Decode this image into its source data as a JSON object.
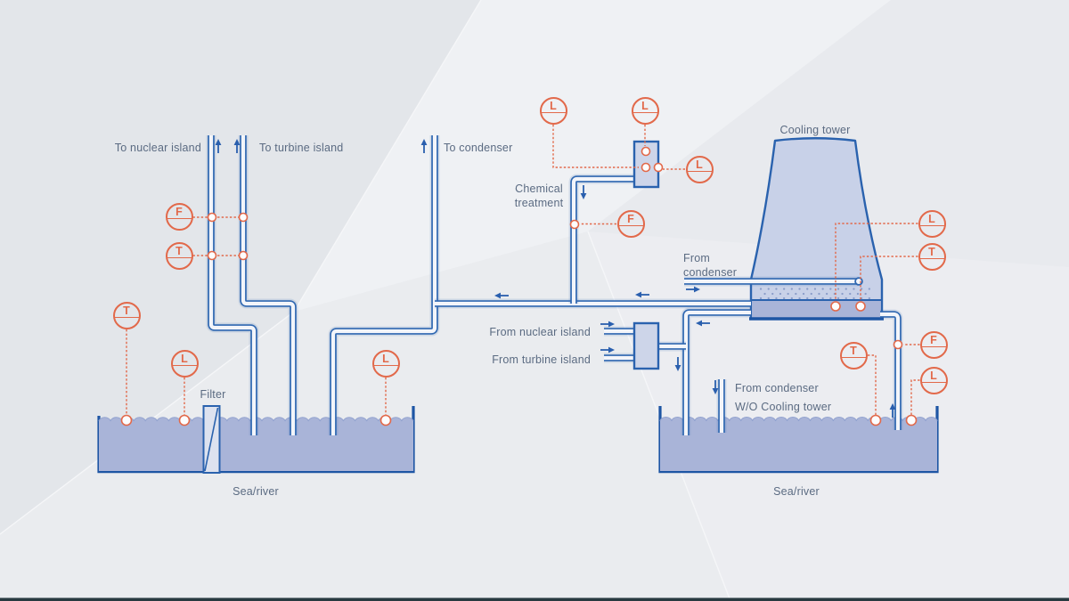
{
  "colors": {
    "background": "#e9ebee",
    "pipe_blue": "#2f67b1",
    "outline_blue": "#1d55a4",
    "water_fill": "#a9b4d8",
    "tower_fill": "#c8d1e8",
    "box_fill": "#cdd5e9",
    "instrument_orange": "#e2694a",
    "label_grey": "#5b6b82",
    "arrow_blue": "#2a5fae"
  },
  "labels": {
    "to_nuclear_island": "To nuclear island",
    "to_turbine_island": "To turbine island",
    "to_condenser": "To condenser",
    "chemical_treatment": "Chemical treatment",
    "from_condenser_tower": "From condenser",
    "from_nuclear_island": "From nuclear island",
    "from_turbine_island": "From turbine island",
    "from_condenser_wo_line1": "From condenser",
    "from_condenser_wo_line2": "W/O Cooling tower",
    "cooling_tower": "Cooling tower",
    "filter": "Filter",
    "sea_river_left": "Sea/river",
    "sea_river_right": "Sea/river"
  },
  "instruments": [
    {
      "id": "intake-flow",
      "letter": "F"
    },
    {
      "id": "intake-temperature",
      "letter": "T"
    },
    {
      "id": "left-basin-temperature",
      "letter": "T"
    },
    {
      "id": "left-basin-level-1",
      "letter": "L"
    },
    {
      "id": "left-basin-level-2",
      "letter": "L"
    },
    {
      "id": "chemical-level-left",
      "letter": "L"
    },
    {
      "id": "chemical-level-top",
      "letter": "L"
    },
    {
      "id": "chemical-level-right",
      "letter": "L"
    },
    {
      "id": "chemical-flow",
      "letter": "F"
    },
    {
      "id": "tower-basin-level",
      "letter": "L"
    },
    {
      "id": "tower-basin-temperature",
      "letter": "T"
    },
    {
      "id": "right-basin-temperature",
      "letter": "T"
    },
    {
      "id": "makeup-flow",
      "letter": "F"
    },
    {
      "id": "right-basin-level",
      "letter": "L"
    }
  ]
}
